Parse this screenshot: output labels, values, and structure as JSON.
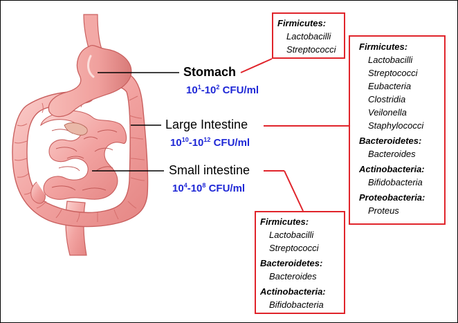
{
  "organs": {
    "stomach": {
      "name": "Stomach",
      "cfu": {
        "base1": "10",
        "exp1": "1",
        "base2": "10",
        "exp2": "2",
        "unit": "CFU/ml"
      }
    },
    "large": {
      "name": "Large Intestine",
      "cfu": {
        "base1": "10",
        "exp1": "10",
        "base2": "10",
        "exp2": "12",
        "unit": "CFU/ml"
      }
    },
    "small": {
      "name": "Small intestine",
      "cfu": {
        "base1": "10",
        "exp1": "4",
        "base2": "10",
        "exp2": "8",
        "unit": "CFU/ml"
      }
    }
  },
  "boxes": {
    "stomach": [
      {
        "phylum": "Firmicutes:",
        "genera": [
          "Lactobacilli",
          "Streptococci"
        ]
      }
    ],
    "large": [
      {
        "phylum": "Firmicutes:",
        "genera": [
          "Lactobacilli",
          "Streptococci",
          "Eubacteria",
          "Clostridia",
          "Veilonella",
          "Staphylococci"
        ]
      },
      {
        "phylum": "Bacteroidetes:",
        "genera": [
          "Bacteroides"
        ]
      },
      {
        "phylum": "Actinobacteria:",
        "genera": [
          "Bifidobacteria"
        ]
      },
      {
        "phylum": "Proteobacteria:",
        "genera": [
          "Proteus"
        ]
      }
    ],
    "small": [
      {
        "phylum": "Firmicutes:",
        "genera": [
          "Lactobacilli",
          "Streptococci"
        ]
      },
      {
        "phylum": "Bacteroidetes:",
        "genera": [
          "Bacteroides"
        ]
      },
      {
        "phylum": "Actinobacteria:",
        "genera": [
          "Bifidobacteria"
        ]
      }
    ]
  },
  "colors": {
    "connector": "#e0242b",
    "pointer": "#000000",
    "cfu": "#1f28d6",
    "tissue": "#f2a3a1",
    "tissue_dark": "#d6706f",
    "tissue_light": "#fbd3d0"
  }
}
